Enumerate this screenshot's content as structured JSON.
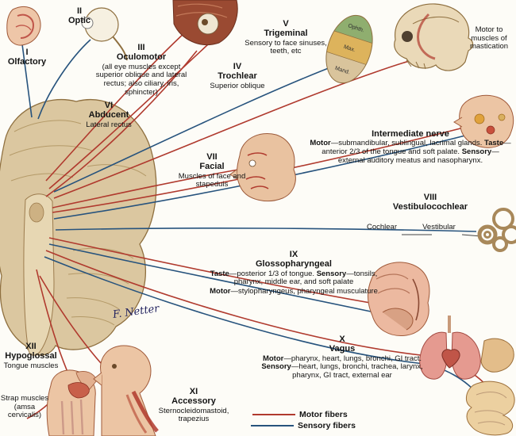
{
  "colors": {
    "motor_fiber": "#b03a2e",
    "sensory_fiber": "#27537d",
    "brain": "#dbc7a0"
  },
  "nerves": {
    "olfactory": {
      "numeral": "I",
      "name": "Olfactory"
    },
    "optic": {
      "numeral": "II",
      "name": "Optic"
    },
    "oculomotor": {
      "numeral": "III",
      "name": "Oculomotor",
      "desc": "(all eye muscles except superior oblique and lateral rectus; also ciliary, iris, sphincter)"
    },
    "trochlear": {
      "numeral": "IV",
      "name": "Trochlear",
      "desc": "Superior oblique"
    },
    "trigeminal": {
      "numeral": "V",
      "name": "Trigeminal",
      "desc": "Sensory to face sinuses, teeth, etc",
      "motor_note": "Motor to muscles of mastication",
      "branches": {
        "ophthalmic": "Ophth.",
        "maxillary": "Max.",
        "mandibular": "Mand."
      }
    },
    "abducent": {
      "numeral": "VI",
      "name": "Abducent",
      "desc": "Lateral rectus"
    },
    "facial": {
      "numeral": "VII",
      "name": "Facial",
      "desc": "Muscles of face and stapeduis"
    },
    "intermediate": {
      "name": "Intermediate nerve",
      "motor_label": "Motor",
      "motor_text": "—submandibular, sublingual, lacrimal glands. ",
      "taste_label": "Taste",
      "taste_text": "—anterior 2/3 of the tongue and soft palate. ",
      "sensory_label": "Sensory",
      "sensory_text": "—external auditory meatus and nasopharynx."
    },
    "vestibulocochlear": {
      "numeral": "VIII",
      "name": "Vestibulocochlear",
      "cochlear_label": "Cochlear",
      "vestibular_label": "Vestibular"
    },
    "glossopharyngeal": {
      "numeral": "IX",
      "name": "Glossopharyngeal",
      "taste_label": "Taste",
      "taste_text": "—posterior 1/3 of tongue. ",
      "sensory_label": "Sensory",
      "sensory_text": "—tonsils, pharynx, middle ear, and soft palate ",
      "motor_label": "Motor",
      "motor_text": "—stylopharyngeus, pharyngeal musculature"
    },
    "vagus": {
      "numeral": "X",
      "name": "Vagus",
      "motor_label": "Motor",
      "motor_text": "—pharynx, heart, lungs, bronchi, GI tract. ",
      "sensory_label": "Sensory",
      "sensory_text": "—heart, lungs, bronchi, trachea, larynx, pharynx, GI tract, external ear"
    },
    "accessory": {
      "numeral": "XI",
      "name": "Accessory",
      "desc": "Sternocleidomastoid, trapezius"
    },
    "hypoglossal": {
      "numeral": "XII",
      "name": "Hypoglossal",
      "desc": "Tongue muscles"
    }
  },
  "annotations": {
    "strap_muscles": "Strap muscles (amsa cervicalis)",
    "signature": "F. Netter"
  },
  "legend": {
    "motor": "Motor fibers",
    "sensory": "Sensory fibers"
  }
}
